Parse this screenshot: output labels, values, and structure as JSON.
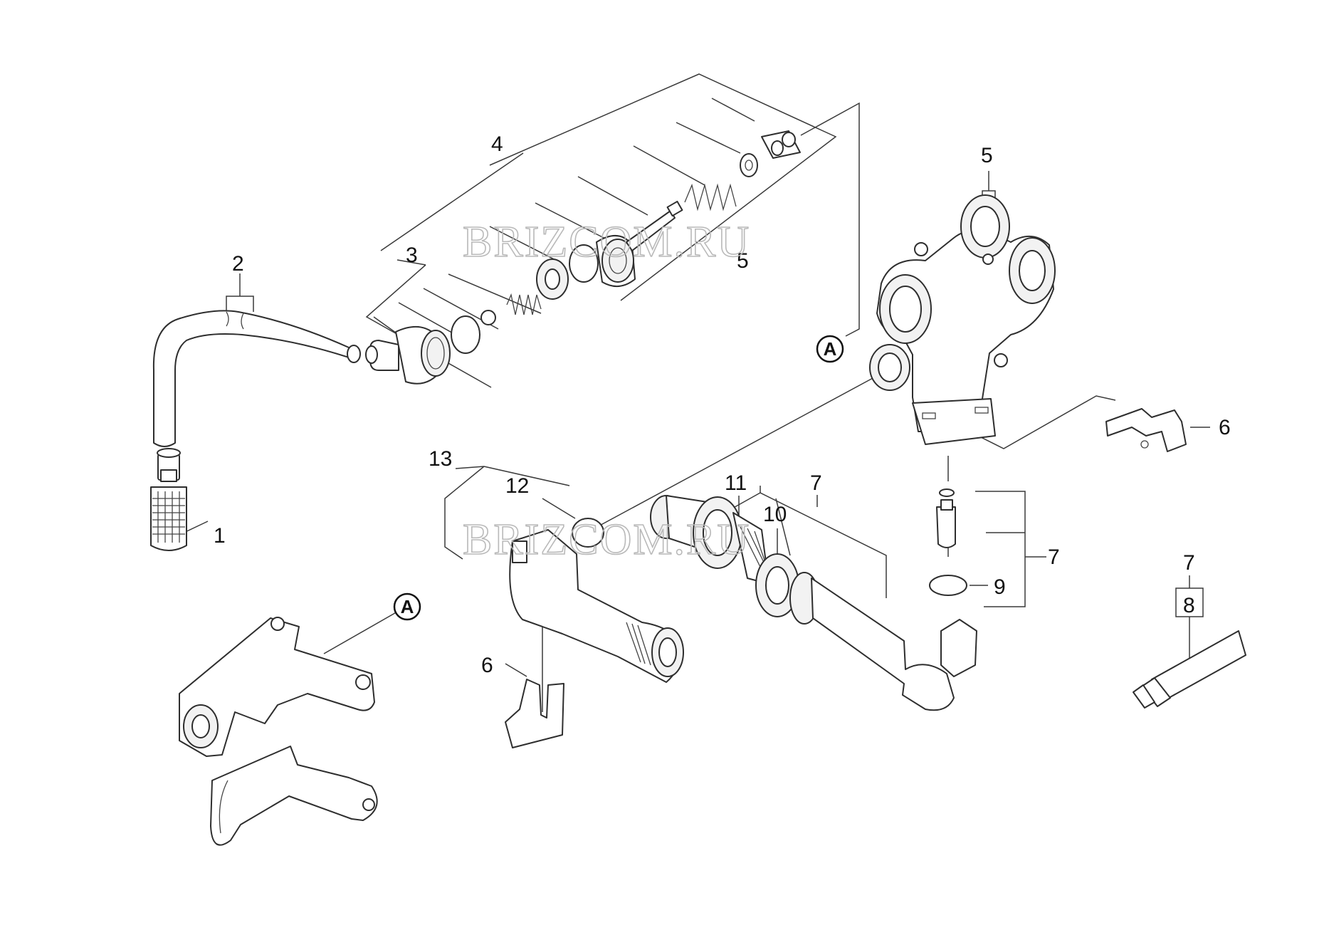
{
  "watermark": "BRIZCOM.RU",
  "reference_badge": "A",
  "callouts": {
    "c1": "1",
    "c2": "2",
    "c3": "3",
    "c4": "4",
    "c5_top": "5",
    "c5_mid": "5",
    "c6_right": "6",
    "c6_bottom": "6",
    "c7_tube": "7",
    "c7_right": "7",
    "c7_kit": "7",
    "c8": "8",
    "c9": "9",
    "c10": "10",
    "c11": "11",
    "c12": "12",
    "c13": "13"
  },
  "icons": [
    "strainer-icon",
    "hose-icon",
    "valve-parts-icon",
    "pump-housing-icon",
    "clip-icon",
    "bracket-icon",
    "coupling-icon",
    "suction-tube-icon",
    "grease-tube-icon",
    "o-ring-icon"
  ]
}
